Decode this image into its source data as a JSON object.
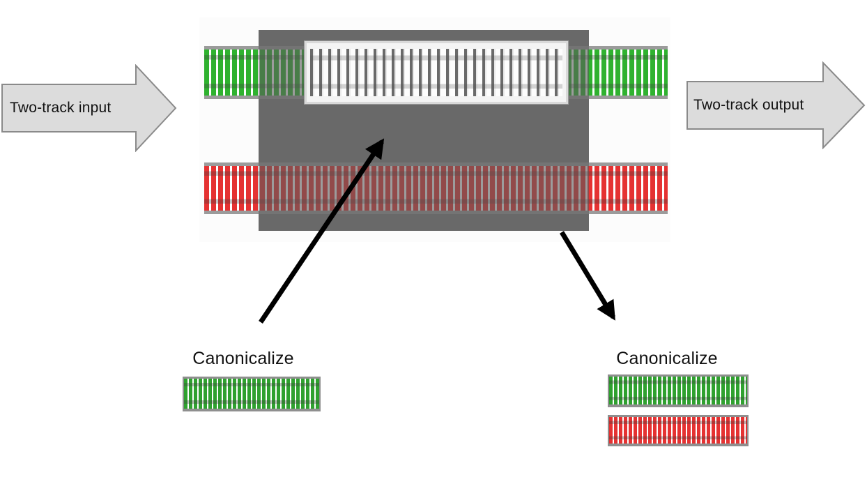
{
  "figure": {
    "input_label": "Two-track input",
    "output_label": "Two-track output",
    "callouts": {
      "left": "Canonicalize",
      "right": "Canonicalize"
    }
  },
  "colors": {
    "track_green": "#2fb22f",
    "track_red": "#e53232",
    "module_gray": "#696969",
    "block_arrow_fill": "#dcdcdc",
    "block_arrow_stroke": "#8a8a8a",
    "callout_arrow": "#000000"
  }
}
